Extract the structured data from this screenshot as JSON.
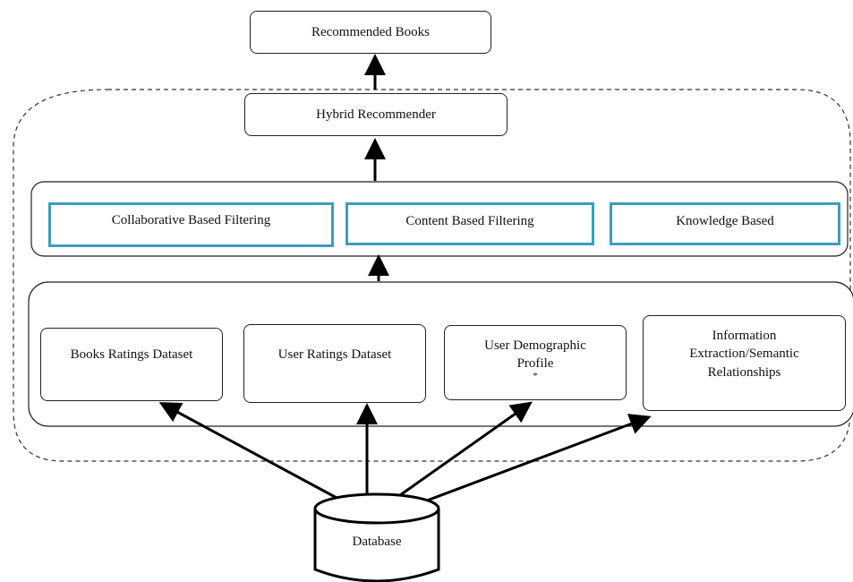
{
  "recommended": "Recommended Books",
  "hybrid": "Hybrid Recommender",
  "filters": {
    "collaborative": "Collaborative Based Filtering",
    "content": "Content Based Filtering",
    "knowledge": "Knowledge Based"
  },
  "datasets": {
    "books_ratings": "Books Ratings Dataset",
    "user_ratings": "User Ratings Dataset",
    "demographic_line1": "User Demographic",
    "demographic_line2": "Profile",
    "demographic_mark": "*",
    "info_line1": "Information",
    "info_line2": "Extraction/Semantic",
    "info_line3": "Relationships"
  },
  "database": "Database"
}
